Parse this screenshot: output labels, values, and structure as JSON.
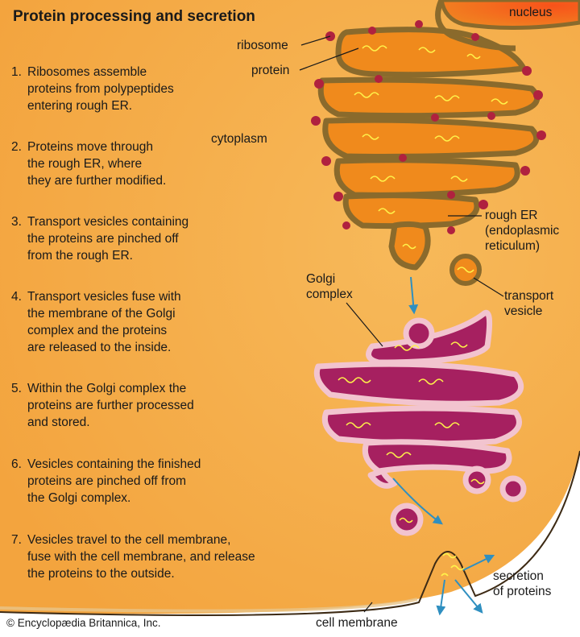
{
  "title": "Protein processing and secretion",
  "steps": [
    {
      "num": "1.",
      "lines": [
        "Ribosomes assemble",
        "proteins from polypeptides",
        "entering rough ER."
      ]
    },
    {
      "num": "2.",
      "lines": [
        "Proteins move through",
        "the rough ER, where",
        "they are further modified."
      ]
    },
    {
      "num": "3.",
      "lines": [
        "Transport vesicles containing",
        "the proteins are pinched off",
        "from the rough ER."
      ]
    },
    {
      "num": "4.",
      "lines": [
        "Transport vesicles fuse with",
        "the membrane of the Golgi",
        "complex and the proteins",
        "are released to the inside."
      ]
    },
    {
      "num": "5.",
      "lines": [
        "Within the Golgi complex the",
        "proteins are further processed",
        "and stored."
      ]
    },
    {
      "num": "6.",
      "lines": [
        "Vesicles containing the finished",
        "proteins are pinched off from",
        "the Golgi complex."
      ]
    },
    {
      "num": "7.",
      "lines": [
        "Vesicles travel to the cell membrane,",
        "fuse with the cell membrane, and release",
        "the proteins to the outside."
      ]
    }
  ],
  "labels": {
    "nucleus": "nucleus",
    "ribosome": "ribosome",
    "protein": "protein",
    "cytoplasm": "cytoplasm",
    "rough_er": [
      "rough ER",
      "(endoplasmic",
      "reticulum)"
    ],
    "golgi": [
      "Golgi",
      "complex"
    ],
    "transport_vesicle": [
      "transport",
      "vesicle"
    ],
    "secretion": [
      "secretion",
      "of proteins"
    ],
    "cell_membrane": "cell membrane"
  },
  "credit": "© Encyclopædia Britannica, Inc.",
  "colors": {
    "cytoplasm": "#f6b04f",
    "er_lumen": "#f08a1c",
    "er_membrane": "#8a6a2c",
    "ribosome": "#b0213f",
    "protein": "#fff24a",
    "golgi_lumen": "#a62060",
    "golgi_membrane": "#f2c4cf",
    "arrow": "#2f8fc0",
    "nucleus": "#f26a12"
  }
}
